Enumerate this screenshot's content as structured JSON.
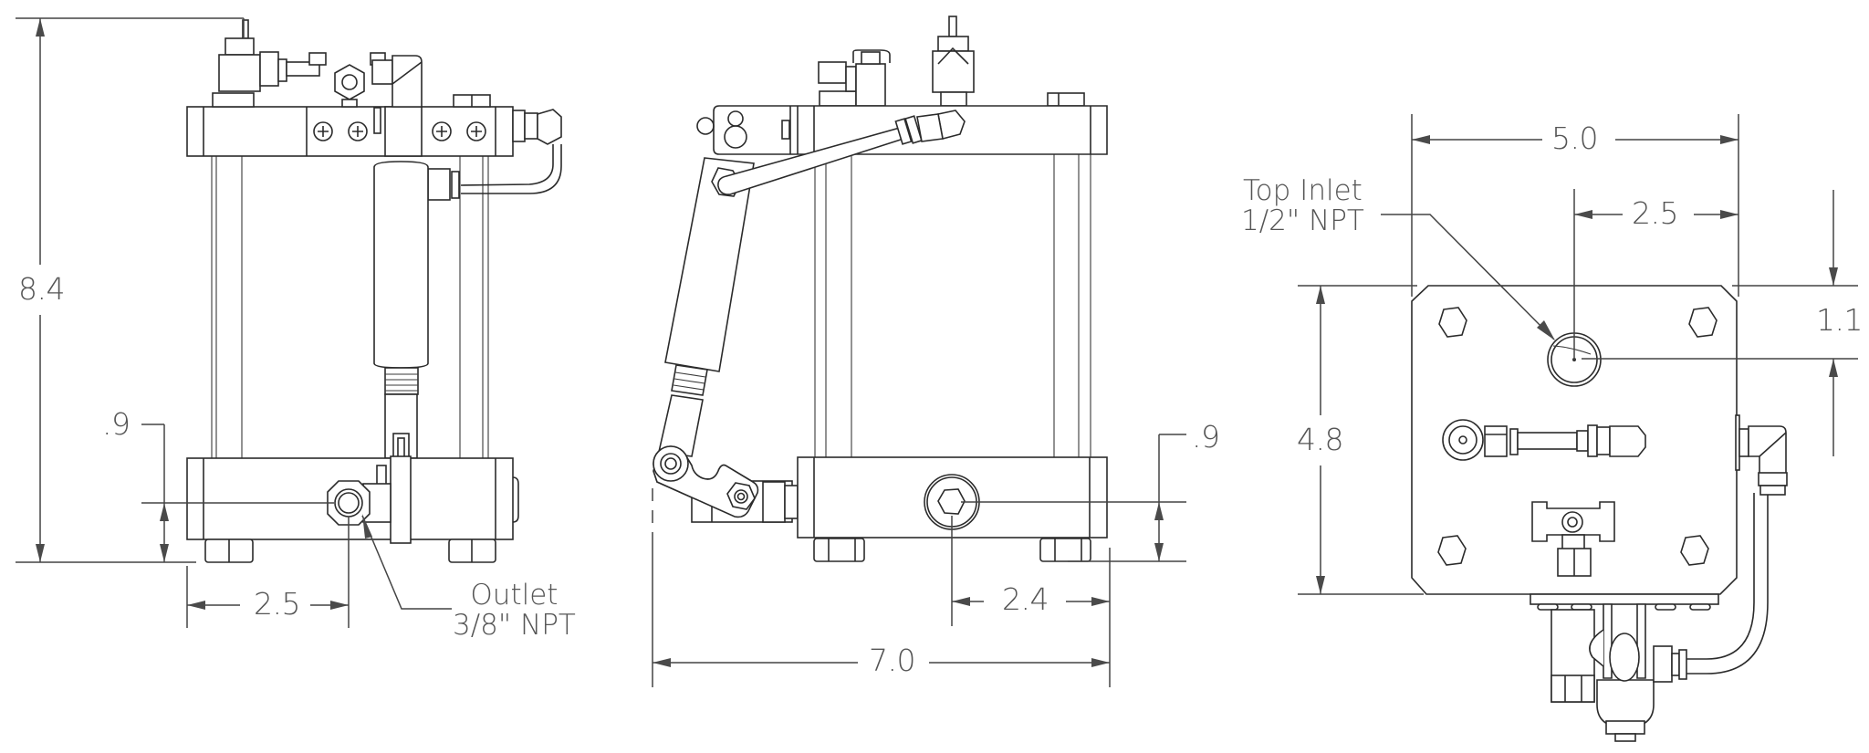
{
  "drawing": {
    "views": [
      {
        "id": "front-view",
        "dimensions": {
          "overall_height": "8.4",
          "outlet_height": ".9",
          "outlet_offset": "2.5"
        },
        "callout": {
          "line1": "Outlet",
          "line2": "3/8\" NPT"
        }
      },
      {
        "id": "side-view",
        "dimensions": {
          "overall_width": "7.0",
          "plug_offset": "2.4",
          "plug_height": ".9"
        }
      },
      {
        "id": "top-view",
        "dimensions": {
          "plate_width": "5.0",
          "inlet_offset": "2.5",
          "inlet_from_top": "1.1",
          "plate_depth": "4.8"
        },
        "callout": {
          "line1": "Top Inlet",
          "line2": "1/2\" NPT"
        }
      }
    ],
    "colors": {
      "line": "#2b2b2b",
      "dimension_text": "#555555",
      "background": "#ffffff"
    }
  }
}
